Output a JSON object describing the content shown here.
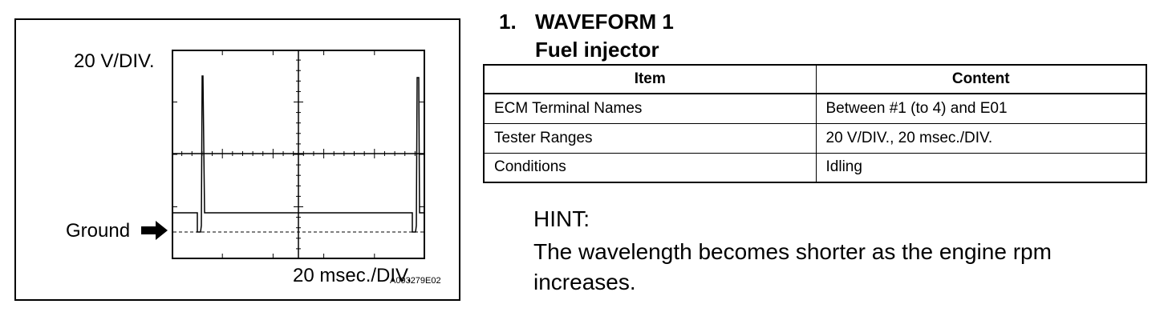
{
  "figure": {
    "volt_div_label": "20 V/DIV.",
    "ground_label": "Ground",
    "time_div_label": "20 msec./DIV.",
    "figure_code": "A093279E02",
    "arrow_icon": "right-arrow-icon"
  },
  "section": {
    "number": "1.",
    "title": "WAVEFORM 1",
    "subtitle": "Fuel injector"
  },
  "table": {
    "headers": [
      "Item",
      "Content"
    ],
    "rows": [
      [
        "ECM Terminal Names",
        "Between #1 (to 4) and E01"
      ],
      [
        "Tester Ranges",
        "20 V/DIV., 20 msec./DIV."
      ],
      [
        "Conditions",
        "Idling"
      ]
    ]
  },
  "hint": {
    "label": "HINT:",
    "text": "The wavelength becomes shorter as the engine rpm increases."
  }
}
